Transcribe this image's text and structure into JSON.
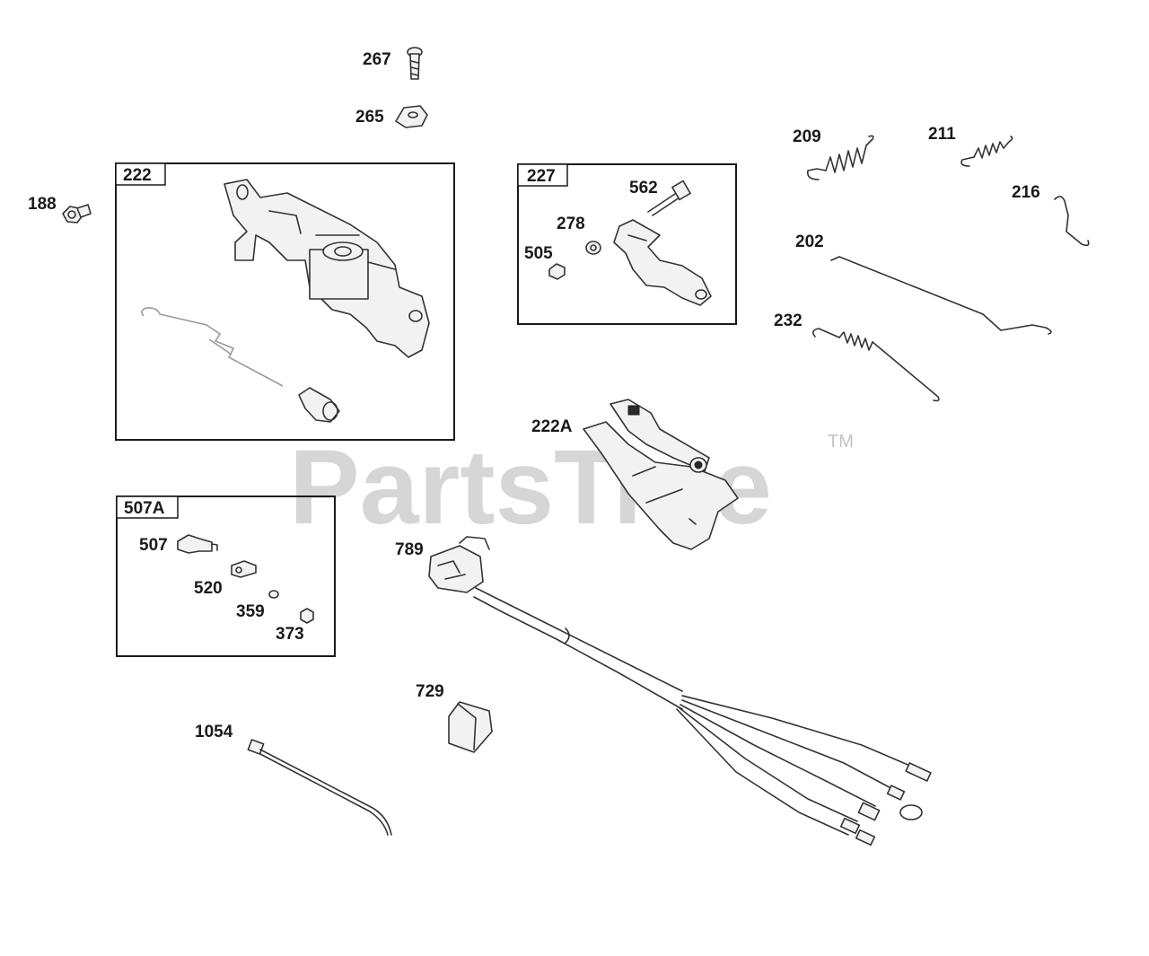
{
  "watermark": {
    "text": "PartsTree",
    "tm": "TM"
  },
  "callouts": {
    "c267": "267",
    "c265": "265",
    "c188": "188",
    "c209": "209",
    "c211": "211",
    "c216": "216",
    "c202": "202",
    "c232": "232",
    "c222A": "222A",
    "c789": "789",
    "c729": "729",
    "c1054": "1054",
    "c562": "562",
    "c278": "278",
    "c505": "505",
    "c507": "507",
    "c520": "520",
    "c359": "359",
    "c373": "373"
  },
  "groups": {
    "g222": "222",
    "g227": "227",
    "g507A": "507A"
  }
}
